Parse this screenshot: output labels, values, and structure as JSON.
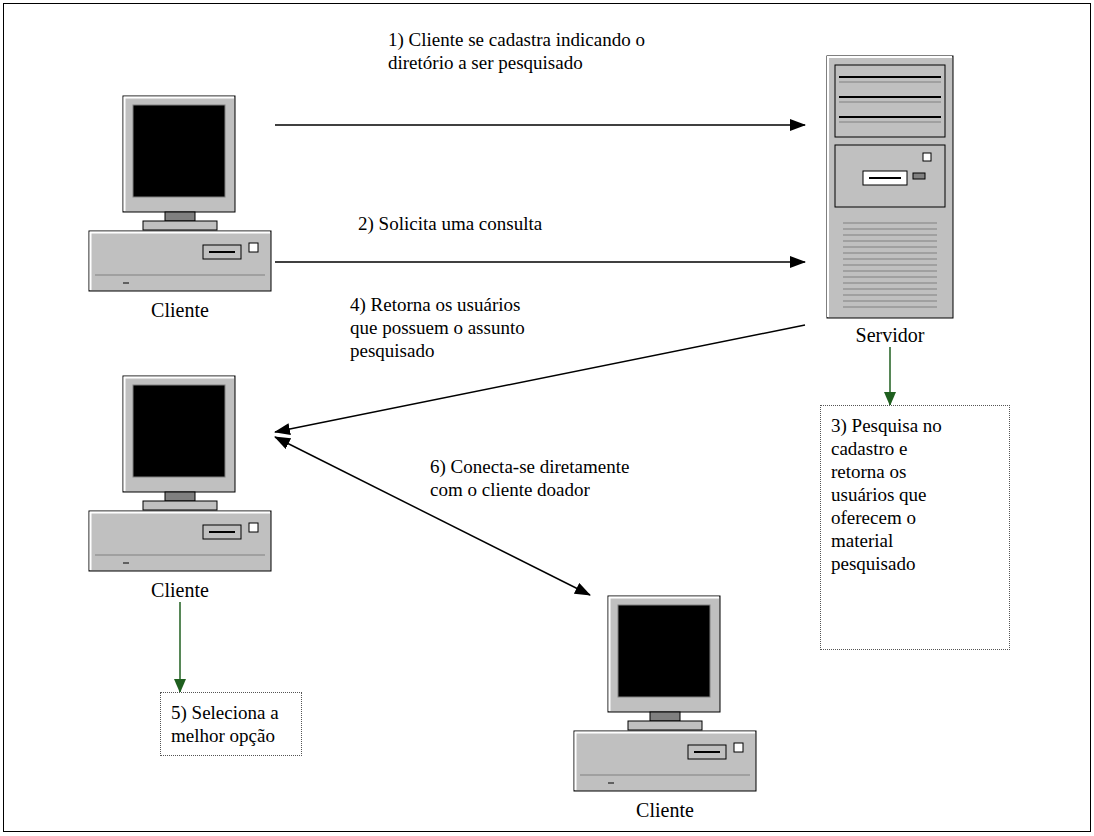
{
  "diagram": {
    "nodes": [
      {
        "text": [
          "Cliente"
        ]
      },
      {
        "text": [
          "Servidor"
        ]
      },
      {
        "text": [
          "Cliente"
        ]
      },
      {
        "text": [
          "3) Pesquisa no cadastro e retorna os usuários que oferecem o material pesquisado"
        ]
      },
      {
        "text": [
          "5) Seleciona a melhor opção"
        ]
      },
      {
        "text": [
          "Cliente"
        ]
      }
    ],
    "edges": [
      {
        "from": 0,
        "to": 1,
        "arrow": "to",
        "label": "1) Cliente se cadastra indicando o diretório a ser pesquisado"
      },
      {
        "from": 0,
        "to": 1,
        "arrow": "to",
        "label": "2) Solicita uma consulta"
      },
      {
        "from": 1,
        "to": 2,
        "arrow": "to",
        "label": "4) Retorna os usuários que possuem o assunto pesquisado"
      },
      {
        "from": 2,
        "to": 5,
        "arrow": "both",
        "label": "6) Conecta-se diretamente com o cliente doador"
      },
      {
        "from": 1,
        "to": 3,
        "arrow": "to"
      },
      {
        "from": 2,
        "to": 4,
        "arrow": "to"
      }
    ]
  }
}
